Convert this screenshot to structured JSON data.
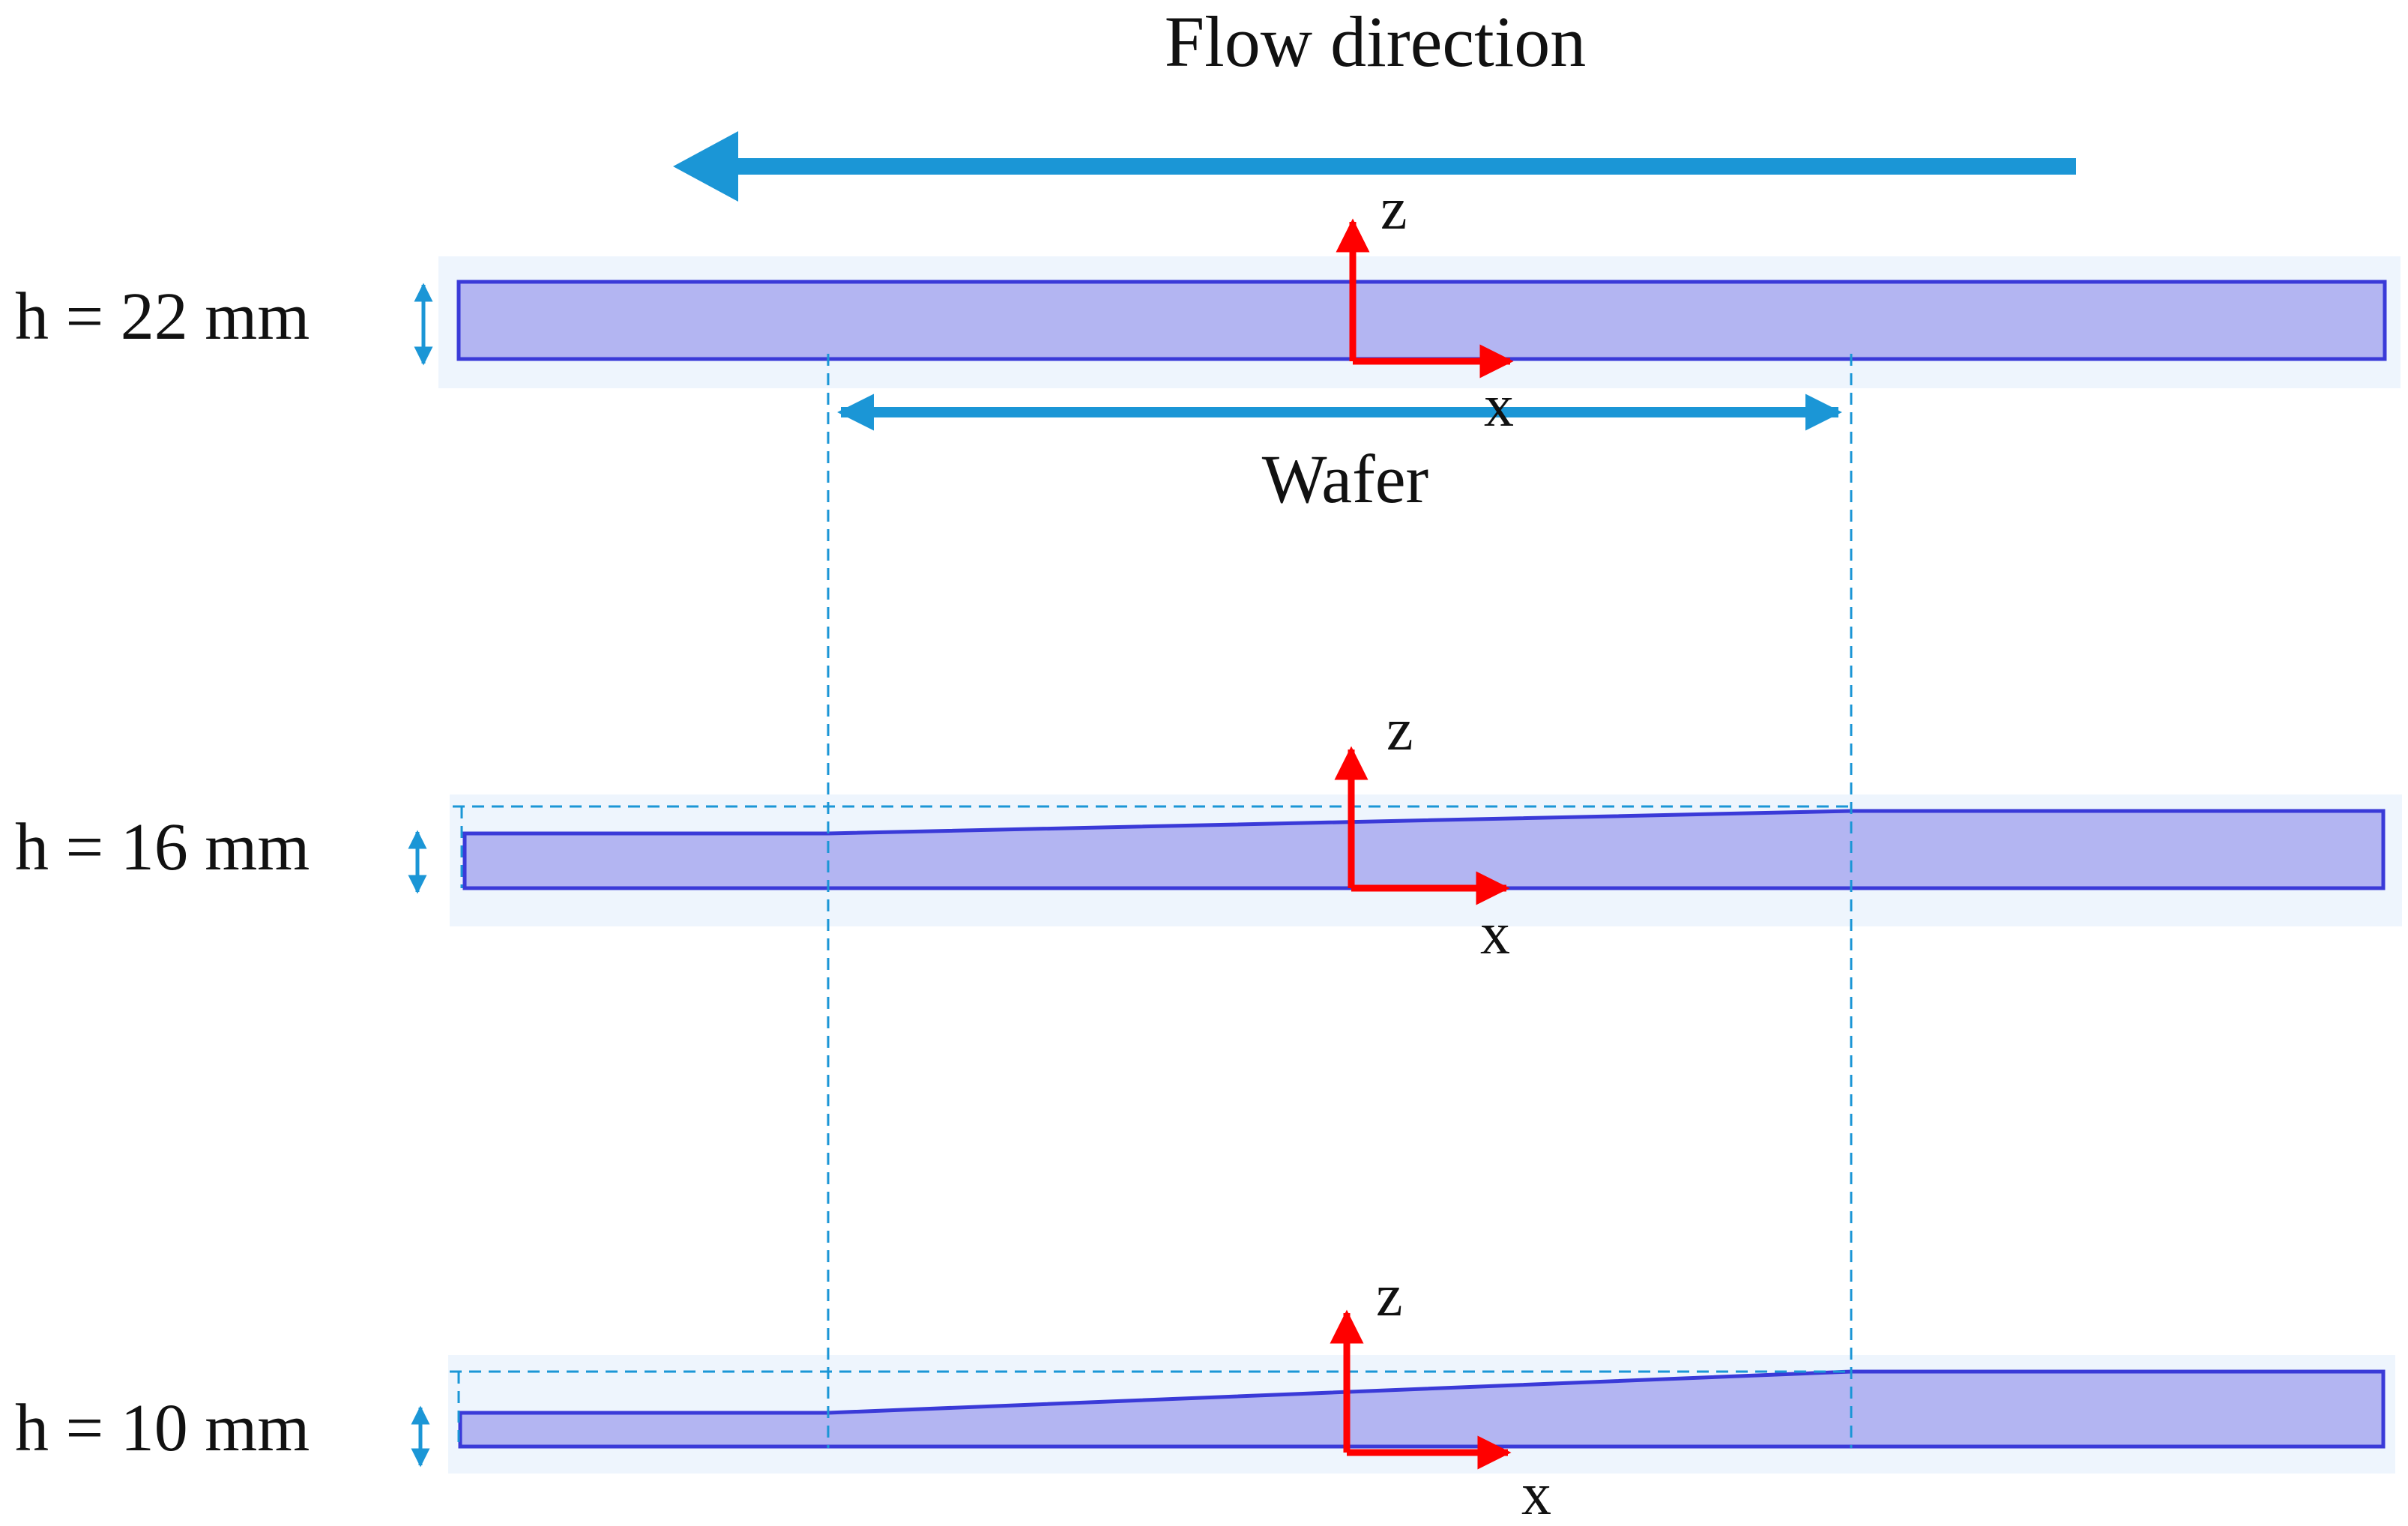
{
  "flow": {
    "label": "Flow direction",
    "direction": "right-to-left"
  },
  "wafer": {
    "label": "Wafer"
  },
  "axes": {
    "z_label": "z",
    "x_label": "x"
  },
  "channels": [
    {
      "h_label": "h = 22 mm",
      "shape": "flat"
    },
    {
      "h_label": "h = 16 mm",
      "shape": "tapered"
    },
    {
      "h_label": "h = 10 mm",
      "shape": "tapered"
    }
  ],
  "colors": {
    "flow_arrow": "#1b96d6",
    "channel_fill": "#b3b5f2",
    "channel_stroke": "#3a3ad8",
    "channel_bg": "#eef5fd",
    "axis": "#ff0000",
    "guide": "#1b96d6"
  }
}
